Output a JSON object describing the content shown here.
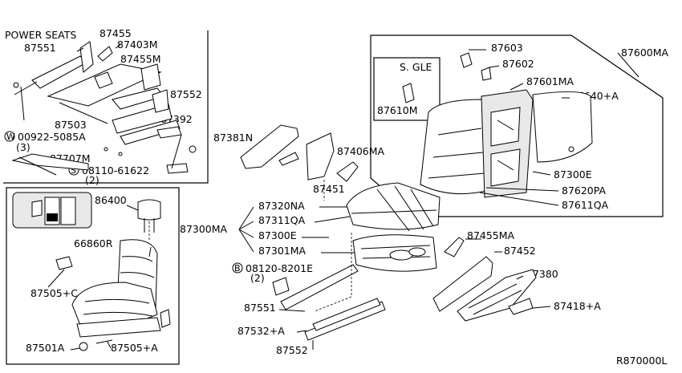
{
  "section_power_seats": "POWER SEATS",
  "code_s_gle": "S. GLE",
  "diagram_id": "R870000L",
  "labels": {
    "p87455_top": "87455",
    "p87403M": "87403M",
    "p87551_top": "87551",
    "p87455M": "87455M",
    "p87552_top": "87552",
    "p87503": "87503",
    "p87392": "87392",
    "w00922": "00922-5085A",
    "qty3": "(3)",
    "p87707M": "87707M",
    "s08110": "08110-61622",
    "qty2a": "(2)",
    "p86400": "86400",
    "p66860R": "66860R",
    "p87505C": "87505+C",
    "p87501A": "87501A",
    "p87505A": "87505+A",
    "p87381N": "87381N",
    "p87406MA": "87406MA",
    "p87451": "87451",
    "p87300MA": "87300MA",
    "p87320NA": "87320NA",
    "p87311QA": "87311QA",
    "p87300E_left": "87300E",
    "p87301MA": "87301MA",
    "b08120": "08120-8201E",
    "qty2b": "(2)",
    "p87551_bot": "87551",
    "p87532A": "87532+A",
    "p87552_bot": "87552",
    "p87455MA": "87455MA",
    "p87452": "87452",
    "p87380": "87380",
    "p87418A": "87418+A",
    "p87603": "87603",
    "p87602": "87602",
    "p87600MA": "87600MA",
    "p87601MA": "87601MA",
    "p87640A": "87640+A",
    "p87610M": "87610M",
    "p87300E_right": "87300E",
    "p87620PA": "87620PA",
    "p87611QA": "87611QA"
  },
  "symbols": {
    "w": "W",
    "s": "S",
    "b": "B"
  }
}
